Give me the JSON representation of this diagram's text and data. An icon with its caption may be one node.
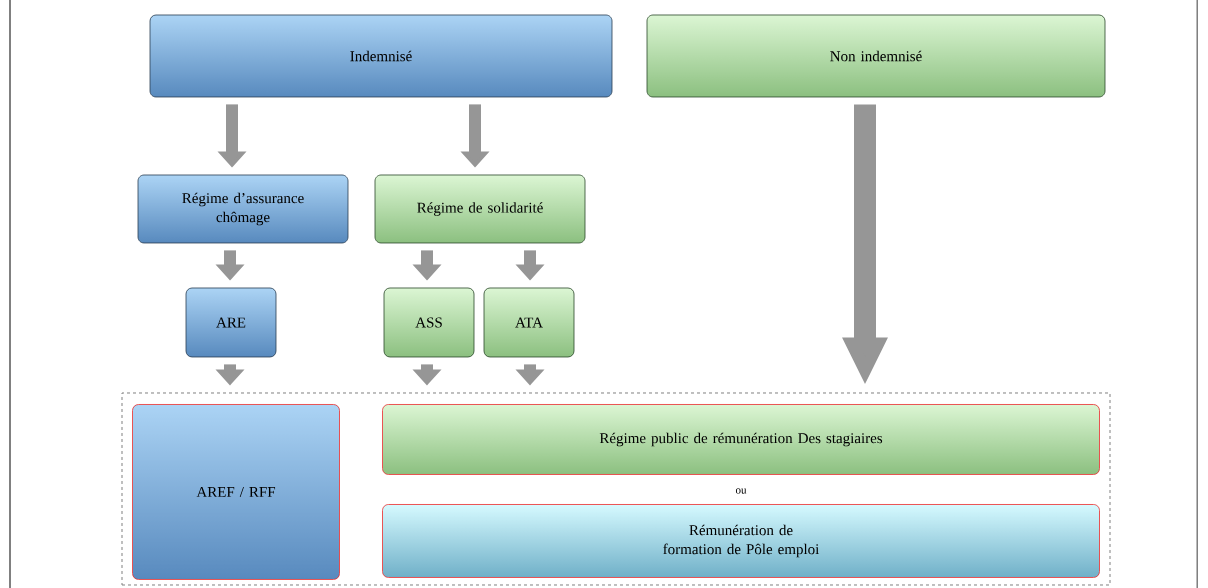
{
  "diagram": {
    "nodes": [
      {
        "text": [
          "Indemnisé"
        ]
      },
      {
        "text": [
          "Non indemnisé"
        ]
      },
      {
        "text": [
          "Régime d’assurance chômage"
        ]
      },
      {
        "text": [
          "Régime de solidarité"
        ]
      },
      {
        "text": [
          "ARE"
        ]
      },
      {
        "text": [
          "ASS"
        ]
      },
      {
        "text": [
          "ATA"
        ]
      },
      {
        "text": [],
        "shape": "box"
      },
      {
        "text": [
          "AREF / RFF"
        ],
        "in": 7
      },
      {
        "text": [
          "Régime public de rémunération Des stagiaires"
        ],
        "in": 7
      },
      {
        "text": [
          "Rémunération de formation de Pôle emploi"
        ],
        "in": 7
      }
    ],
    "edges": [
      {
        "from": 0,
        "to": 2,
        "arrow": "to"
      },
      {
        "from": 0,
        "to": 3,
        "arrow": "to"
      },
      {
        "from": 2,
        "to": 4,
        "arrow": "to"
      },
      {
        "from": 3,
        "to": 5,
        "arrow": "to"
      },
      {
        "from": 3,
        "to": 6,
        "arrow": "to"
      },
      {
        "from": 4,
        "to": 7,
        "arrow": "to"
      },
      {
        "from": 5,
        "to": 7,
        "arrow": "to"
      },
      {
        "from": 6,
        "to": 7,
        "arrow": "to"
      },
      {
        "from": 1,
        "to": 7,
        "arrow": "to",
        "style": "thick"
      }
    ],
    "labels": [
      "ou"
    ]
  }
}
